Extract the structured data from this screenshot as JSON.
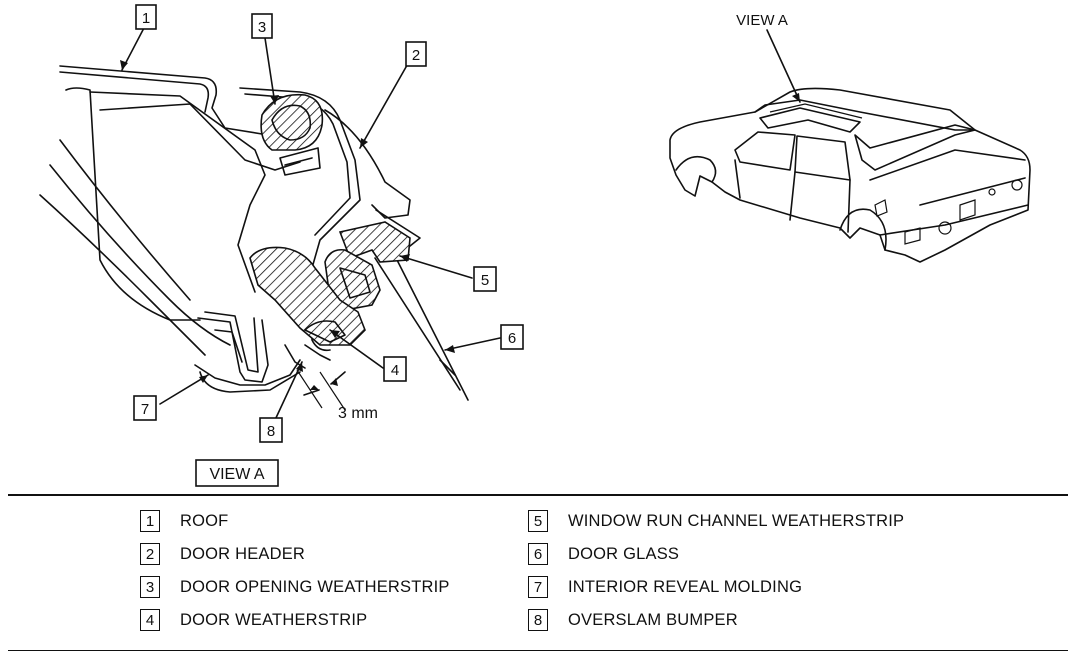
{
  "figure": {
    "view_label": "VIEW A",
    "car_view_label": "VIEW A",
    "dimension_label": "3 mm",
    "callouts": [
      "1",
      "2",
      "3",
      "4",
      "5",
      "6",
      "7",
      "8"
    ]
  },
  "legend": {
    "left": [
      {
        "num": "1",
        "label": "ROOF"
      },
      {
        "num": "2",
        "label": "DOOR HEADER"
      },
      {
        "num": "3",
        "label": "DOOR OPENING WEATHERSTRIP"
      },
      {
        "num": "4",
        "label": "DOOR WEATHERSTRIP"
      }
    ],
    "right": [
      {
        "num": "5",
        "label": "WINDOW RUN CHANNEL WEATHERSTRIP"
      },
      {
        "num": "6",
        "label": "DOOR GLASS"
      },
      {
        "num": "7",
        "label": "INTERIOR REVEAL MOLDING"
      },
      {
        "num": "8",
        "label": "OVERSLAM BUMPER"
      }
    ]
  }
}
